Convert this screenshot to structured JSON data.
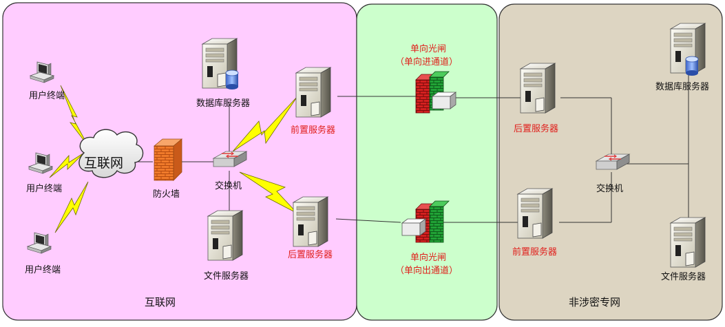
{
  "zones": {
    "internet": {
      "label": "互联网",
      "color": "#ffccff"
    },
    "gateway": {
      "color": "#ccffcc"
    },
    "private": {
      "label": "非涉密专网",
      "color": "#ddd5c2"
    }
  },
  "labels": {
    "user_terminal_1": "用户终端",
    "user_terminal_2": "用户终端",
    "user_terminal_3": "用户终端",
    "cloud": "互联网",
    "firewall": "防火墙",
    "db_server_left": "数据库服务器",
    "file_server_left": "文件服务器",
    "switch_left": "交换机",
    "front_server_left": "前置服务器",
    "back_server_left": "后置服务器",
    "gate_in_line1": "单向光闸",
    "gate_in_line2": "（单向进通道）",
    "gate_out_line1": "单向光闸",
    "gate_out_line2": "（单向出通道）",
    "back_server_right": "后置服务器",
    "front_server_right": "前置服务器",
    "switch_right": "交换机",
    "db_server_right": "数据库服务器",
    "file_server_right": "文件服务器"
  },
  "colors": {
    "highlight_text": "#e0201c",
    "normal_text": "#111111",
    "lightning": "#ffff00",
    "line": "#333333"
  }
}
